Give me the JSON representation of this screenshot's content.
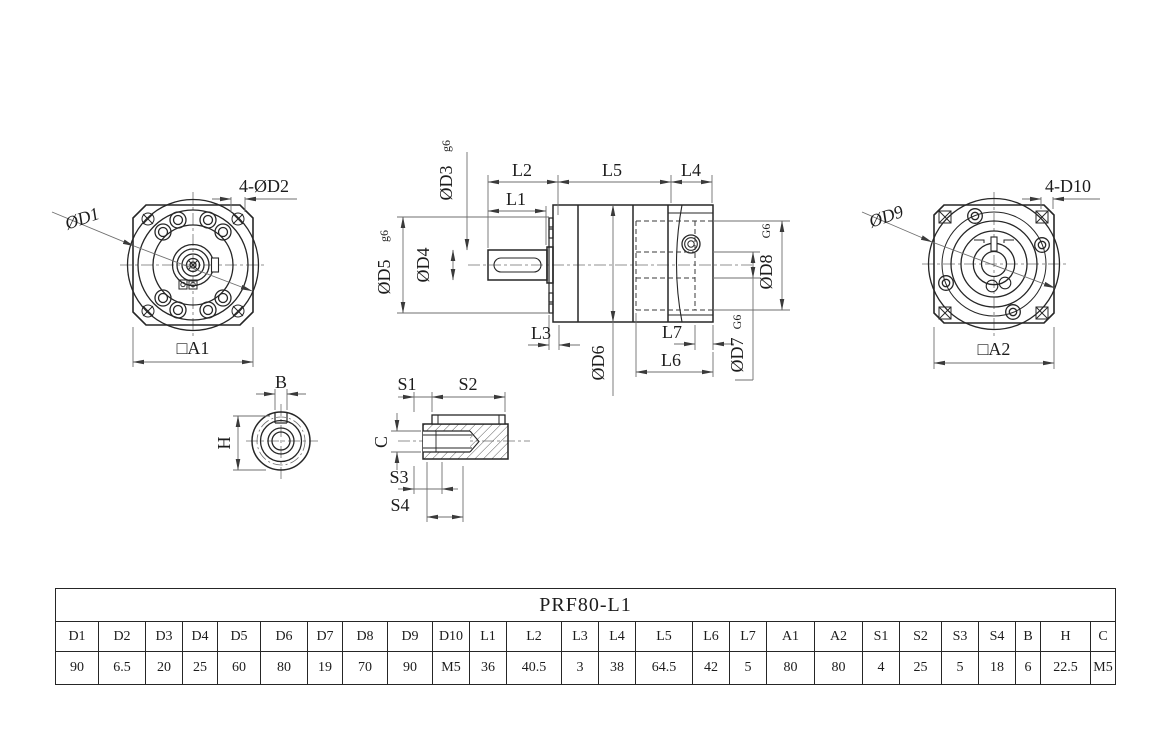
{
  "drawing": {
    "front_view": {
      "d1_label": "ØD1",
      "d2_label": "4-ØD2",
      "a1_label": "□A1"
    },
    "side_view": {
      "l1_label": "L1",
      "l2_label": "L2",
      "l3_label": "L3",
      "l4_label": "L4",
      "l5_label": "L5",
      "l6_label": "L6",
      "l7_label": "L7",
      "d3_label": "ØD3",
      "d3_suffix": "g6",
      "d4_label": "ØD4",
      "d5_label": "ØD5",
      "d5_suffix": "g6",
      "d6_label": "ØD6",
      "d7_label": "ØD7",
      "d7_suffix": "G6",
      "d8_label": "ØD8",
      "d8_suffix": "G6"
    },
    "rear_view": {
      "d9_label": "ØD9",
      "d10_label": "4-D10",
      "a2_label": "□A2"
    },
    "shaft_end_view": {
      "b_label": "B",
      "h_label": "H"
    },
    "shaft_section_view": {
      "s1_label": "S1",
      "s2_label": "S2",
      "s3_label": "S3",
      "s4_label": "S4",
      "c_label": "C"
    }
  },
  "colors": {
    "ink": "#262626",
    "dim_line": "#6f6f6f",
    "background": "#ffffff"
  },
  "table": {
    "title": "PRF80-L1",
    "columns": [
      {
        "label": "D1",
        "value": "90"
      },
      {
        "label": "D2",
        "value": "6.5"
      },
      {
        "label": "D3",
        "value": "20"
      },
      {
        "label": "D4",
        "value": "25"
      },
      {
        "label": "D5",
        "value": "60"
      },
      {
        "label": "D6",
        "value": "80"
      },
      {
        "label": "D7",
        "value": "19"
      },
      {
        "label": "D8",
        "value": "70"
      },
      {
        "label": "D9",
        "value": "90"
      },
      {
        "label": "D10",
        "value": "M5"
      },
      {
        "label": "L1",
        "value": "36"
      },
      {
        "label": "L2",
        "value": "40.5"
      },
      {
        "label": "L3",
        "value": "3"
      },
      {
        "label": "L4",
        "value": "38"
      },
      {
        "label": "L5",
        "value": "64.5"
      },
      {
        "label": "L6",
        "value": "42"
      },
      {
        "label": "L7",
        "value": "5"
      },
      {
        "label": "A1",
        "value": "80"
      },
      {
        "label": "A2",
        "value": "80"
      },
      {
        "label": "S1",
        "value": "4"
      },
      {
        "label": "S2",
        "value": "25"
      },
      {
        "label": "S3",
        "value": "5"
      },
      {
        "label": "S4",
        "value": "18"
      },
      {
        "label": "B",
        "value": "6"
      },
      {
        "label": "H",
        "value": "22.5"
      },
      {
        "label": "C",
        "value": "M5"
      }
    ]
  }
}
